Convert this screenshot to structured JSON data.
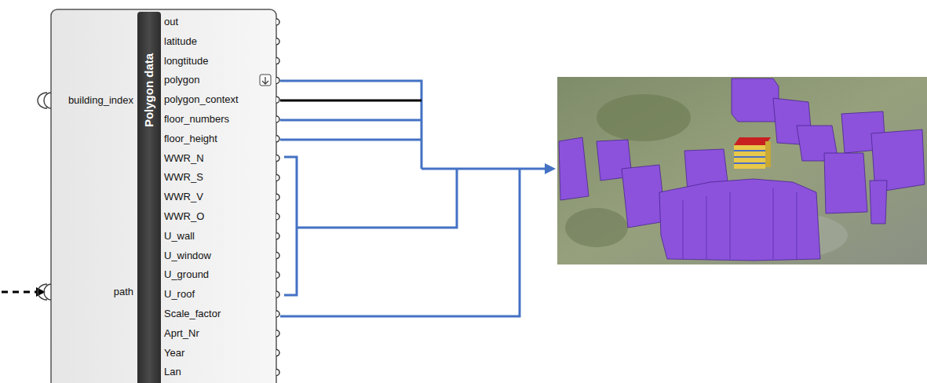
{
  "diagram": {
    "nodes": [
      {
        "text": [
          "Polygon data"
        ]
      }
    ],
    "labels": [
      "building_index",
      "path",
      "out",
      "latitude",
      "longtitude",
      "polygon",
      "polygon_context",
      "floor_numbers",
      "floor_height",
      "WWR_N",
      "WWR_S",
      "WWR_V",
      "WWR_O",
      "U_wall",
      "U_window",
      "U_ground",
      "U_roof",
      "Scale_factor",
      "Aprt_Nr",
      "Year",
      "Lan"
    ]
  }
}
